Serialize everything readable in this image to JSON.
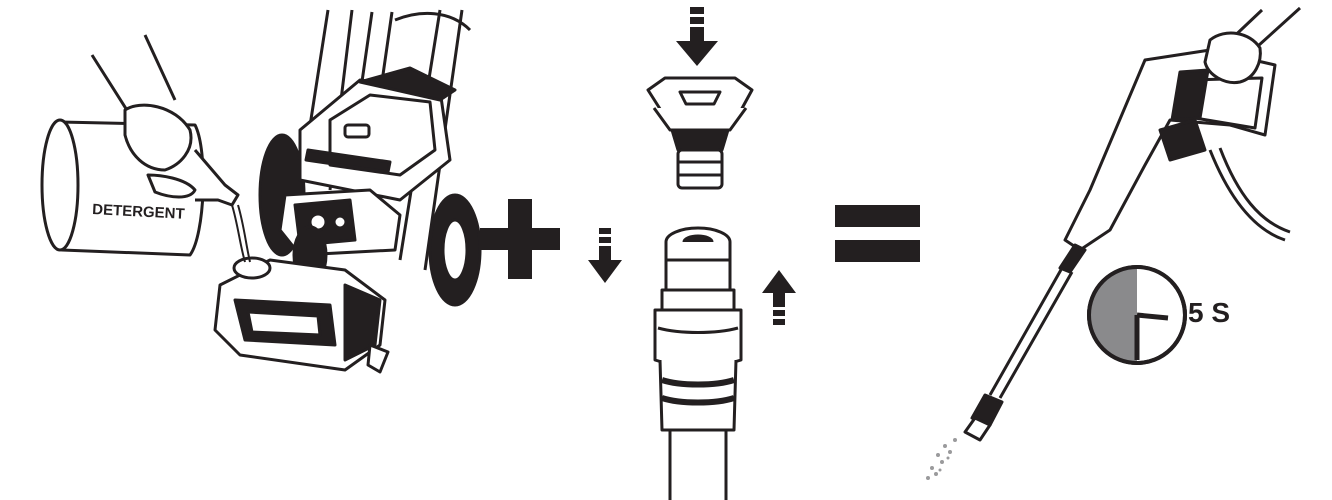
{
  "diagram": {
    "step1": {
      "container_label": "DETERGENT",
      "container_icon": "detergent-jug-icon",
      "machine_icon": "pressure-washer-icon"
    },
    "operator_plus": "plus-icon",
    "step2": {
      "nozzle_icon": "soap-nozzle-icon",
      "coupler_icon": "quick-connect-coupler-icon",
      "arrows": [
        "arrow-down-icon",
        "arrow-down-icon",
        "arrow-up-icon"
      ]
    },
    "operator_equals": "equals-icon",
    "step3": {
      "wand_icon": "spray-wand-icon",
      "timer_icon": "timer-icon",
      "timer_label": "5 S",
      "timer_seconds": 5
    },
    "colors": {
      "ink": "#231f20",
      "timer_fill": "#8a8a8c",
      "paper": "#ffffff"
    }
  }
}
